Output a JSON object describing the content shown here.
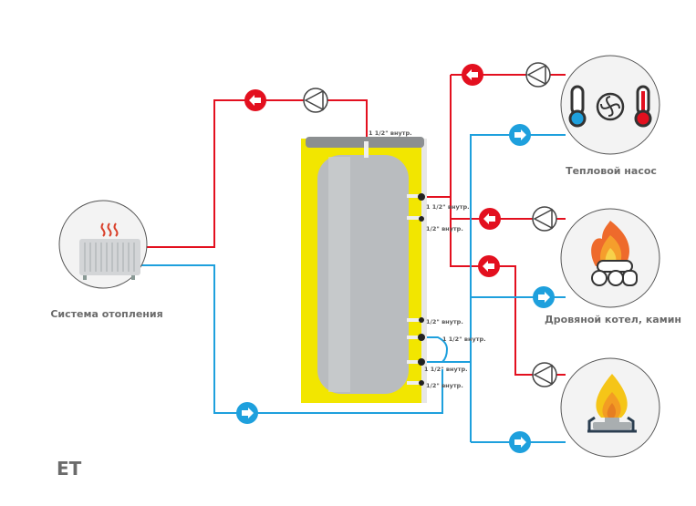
{
  "labels": {
    "heating_system": "Система отопления",
    "heat_pump": "Тепловой насос",
    "wood_boiler": "Дровяной котел, камин",
    "logo": "ET"
  },
  "ports": {
    "top": "1 1/2\" внутр.",
    "upper_1": "1 1/2\" внутр.",
    "upper_2": "1/2\" внутр.",
    "lower_1": "1/2\" внутр.",
    "lower_2": "1 1/2\" внутр.",
    "lower_3": "1 1/2\" внутр.",
    "lower_4": "1/2\" внутр."
  },
  "colors": {
    "hot": "#e3101f",
    "cold": "#1ea0dd",
    "insulation": "#f2e600",
    "tank": "#b9bcbf"
  }
}
